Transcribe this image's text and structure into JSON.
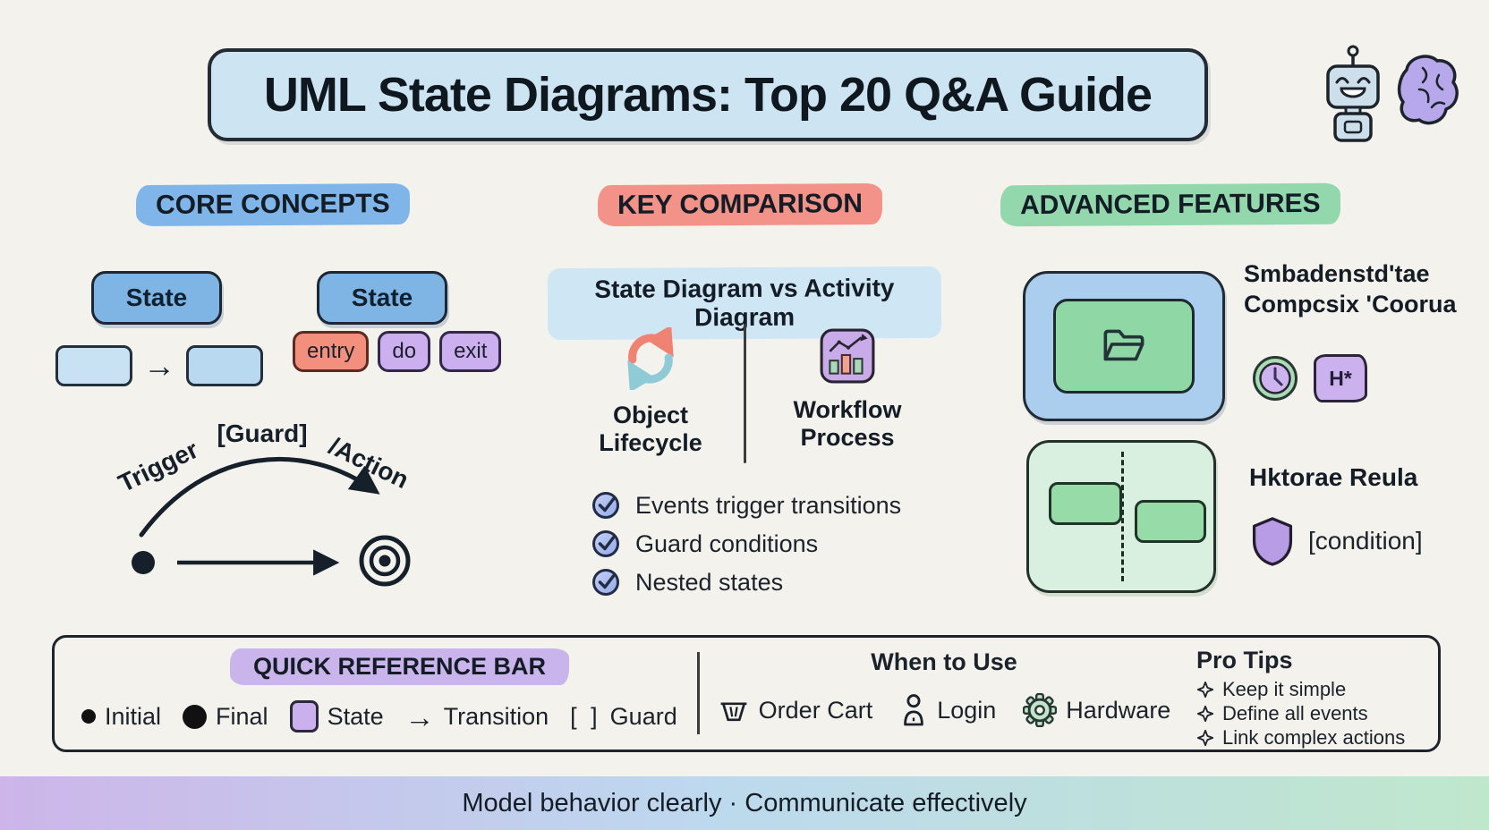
{
  "title": "UML State Diagrams: Top 20 Q&A Guide",
  "colors": {
    "background": "#f4f2ec",
    "title_banner": "#cde4f3",
    "core_highlight": "#7fb5e9",
    "comparison_highlight": "#f29289",
    "advanced_highlight": "#93d8ad",
    "quick_ref_highlight": "#c9b4ec",
    "state_fill": "#7fb5e4",
    "entry_fill": "#f28f7d",
    "do_exit_fill": "#cbafee",
    "composite_outer": "#abceee",
    "composite_inner": "#8fd7a5",
    "orthogonal_fill": "#d9efdf",
    "footer_gradient": [
      "#cdb5e9",
      "#bdd9ee",
      "#bfe7cc"
    ]
  },
  "core": {
    "header": "CORE CONCEPTS",
    "state_box_left": "State",
    "state_box_right": "State",
    "arrow_glyph": "→",
    "pills": [
      "entry",
      "do",
      "exit"
    ],
    "transition": {
      "trigger": "Trigger",
      "guard": "[Guard]",
      "action": "/Action"
    }
  },
  "comparison": {
    "header": "KEY COMPARISON",
    "subtitle": "State Diagram vs Activity Diagram",
    "left": {
      "icon": "cycle-arrows-icon",
      "label": "Object Lifecycle"
    },
    "right": {
      "icon": "workflow-chart-icon",
      "label": "Workflow Process"
    },
    "checklist": [
      "Events trigger transitions",
      "Guard conditions",
      "Nested states"
    ]
  },
  "advanced": {
    "header": "ADVANCED FEATURES",
    "composite_caption_line1": "Smbadenstd'tae",
    "composite_caption_line2": "Compcsix 'Coorua",
    "history_badge": "H*",
    "history_caption": "Hktorae Reula",
    "condition_label": "[condition]"
  },
  "reference_bar": {
    "title": "QUICK REFERENCE BAR",
    "symbols": {
      "arrow": "→",
      "guard_brackets": "[ ]"
    },
    "legend": [
      {
        "icon": "initial-dot",
        "label": "Initial"
      },
      {
        "icon": "final-dot",
        "label": "Final"
      },
      {
        "icon": "state-swatch",
        "label": "State"
      },
      {
        "icon": "transition-arrow-icon",
        "label": "Transition"
      },
      {
        "icon": "guard-brackets",
        "label": "Guard"
      }
    ],
    "when_to_use": {
      "title": "When to Use",
      "items": [
        {
          "icon": "cart-icon",
          "label": "Order Cart"
        },
        {
          "icon": "person-icon",
          "label": "Login"
        },
        {
          "icon": "gear-icon",
          "label": "Hardware"
        }
      ]
    },
    "pro_tips": {
      "title": "Pro Tips",
      "icon": "sparkle-icon",
      "items": [
        "Keep it simple",
        "Define all events",
        "Link complex actions"
      ]
    }
  },
  "footer": {
    "text": "Model behavior clearly · Communicate effectively"
  }
}
